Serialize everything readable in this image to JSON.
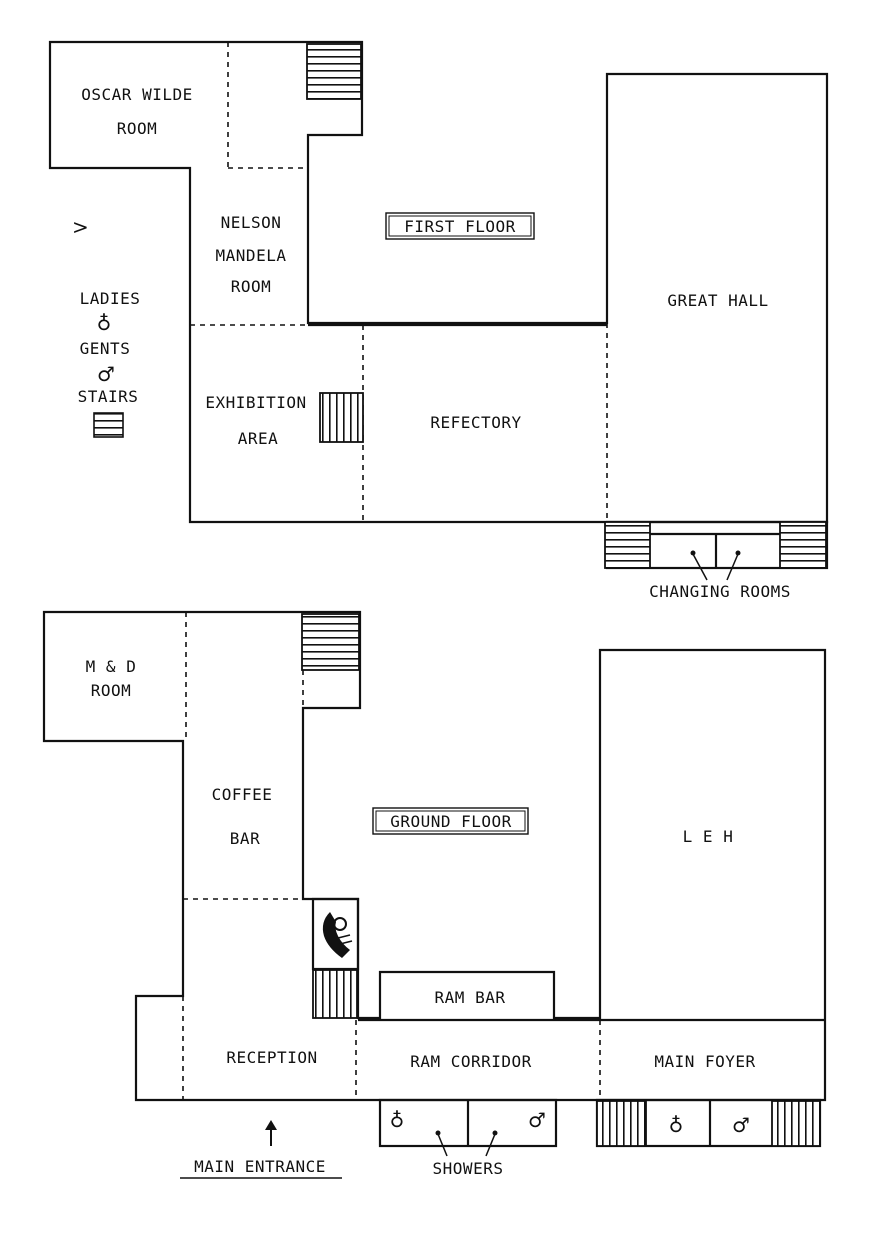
{
  "first_floor": {
    "heading": "FIRST FLOOR",
    "rooms": {
      "oscar_wilde": [
        "OSCAR WILDE",
        "ROOM"
      ],
      "nelson_mandela": [
        "NELSON",
        "MANDELA",
        "ROOM"
      ],
      "exhibition": [
        "EXHIBITION",
        "AREA"
      ],
      "refectory": "REFECTORY",
      "great_hall": "GREAT HALL"
    },
    "changing_rooms": "CHANGING ROOMS"
  },
  "ground_floor": {
    "heading": "GROUND FLOOR",
    "rooms": {
      "md_room": [
        "M & D",
        "ROOM"
      ],
      "coffee_bar": [
        "COFFEE",
        "BAR"
      ],
      "leh": "L E H",
      "ram_bar": "RAM BAR",
      "reception": "RECEPTION",
      "ram_corridor": "RAM CORRIDOR",
      "main_foyer": "MAIN FOYER"
    },
    "showers": "SHOWERS",
    "main_entrance": "MAIN ENTRANCE"
  },
  "legend": {
    "arrow_glyph": ">",
    "ladies": "LADIES",
    "gents": "GENTS",
    "stairs": "STAIRS",
    "ladies_symbol": "♁",
    "gents_symbol": "♂"
  },
  "icons": [
    "stairs-icon",
    "ladies-icon",
    "gents-icon",
    "telephone-icon",
    "arrow-up-icon"
  ]
}
